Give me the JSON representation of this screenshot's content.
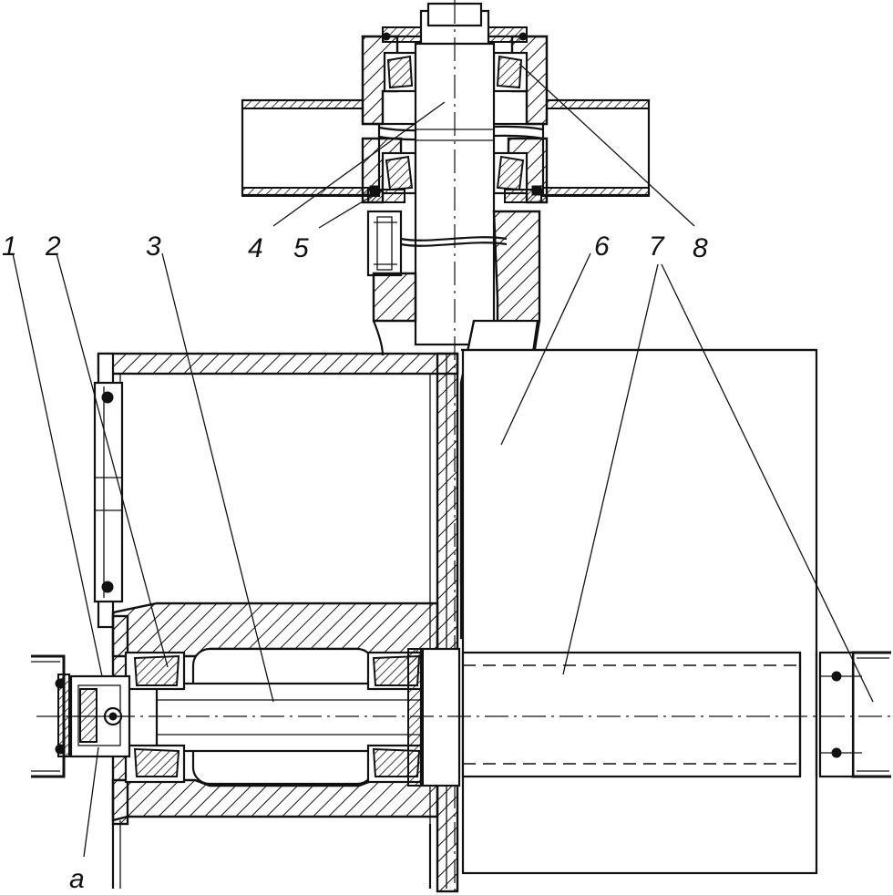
{
  "labels": {
    "l1": "1",
    "l2": "2",
    "l3": "3",
    "l4": "4",
    "l5": "5",
    "l6": "6",
    "l7": "7",
    "l8": "8",
    "la": "a"
  },
  "colors": {
    "ink": "#111111",
    "paper": "#ffffff"
  }
}
